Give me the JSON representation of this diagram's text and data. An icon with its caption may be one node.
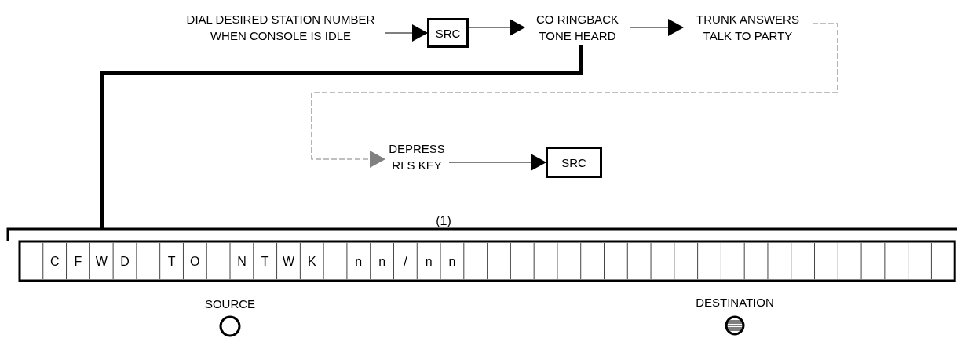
{
  "diagram": {
    "nodes": [
      {
        "text": [
          "DIAL DESIRED STATION NUMBER WHEN CONSOLE IS IDLE"
        ]
      },
      {
        "text": [
          "SRC"
        ]
      },
      {
        "text": [
          "CO RINGBACK TONE HEARD"
        ]
      },
      {
        "text": [
          "TRUNK ANSWERS TALK TO PARTY"
        ]
      },
      {
        "text": [
          "DEPRESS RLS KEY"
        ]
      },
      {
        "text": [
          "SRC"
        ]
      },
      {
        "text": [],
        "shape": "box"
      }
    ],
    "edges": [
      {
        "from": 0,
        "to": 1,
        "arrow": "to"
      },
      {
        "from": 1,
        "to": 2,
        "arrow": "to"
      },
      {
        "from": 2,
        "to": 3,
        "arrow": "to"
      },
      {
        "from": 3,
        "to": 4,
        "arrow": "to",
        "style": "dashed",
        "color": "#808080"
      },
      {
        "from": 4,
        "to": 5,
        "arrow": "to"
      },
      {
        "from": 2,
        "to": 6,
        "arrow": "none",
        "style": "thick"
      }
    ],
    "labels": [
      "(1)",
      "C",
      "F",
      "W",
      "D",
      "T",
      "O",
      "N",
      "T",
      "W",
      "K",
      "n",
      "n",
      "/",
      "n",
      "n",
      "SOURCE",
      "DESTINATION"
    ]
  }
}
